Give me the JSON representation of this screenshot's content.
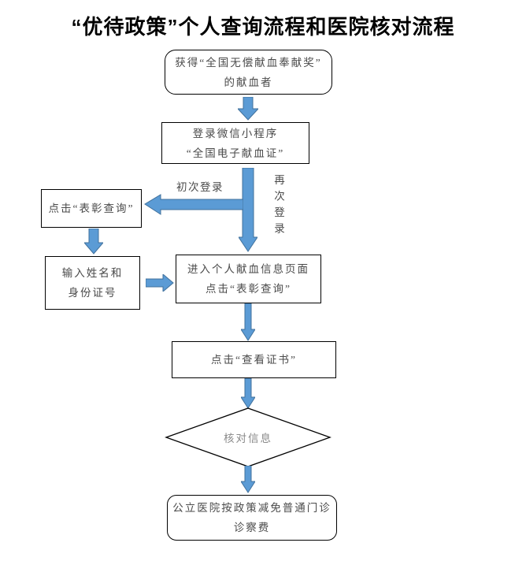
{
  "title": "“优待政策”个人查询流程和医院核对流程",
  "nodes": {
    "donor": {
      "line1": "获得“全国无偿献血奉献奖”",
      "line2": "的献血者"
    },
    "login": {
      "line1": "登录微信小程序",
      "line2": "“全国电子献血证”"
    },
    "recognition_query": {
      "line1": "点击“表彰查询”"
    },
    "name_id": {
      "line1": "输入姓名和",
      "line2": "身份证号"
    },
    "info_page": {
      "line1": "进入个人献血信息页面",
      "line2": "点击“表彰查询”"
    },
    "view_cert": {
      "line1": "点击“查看证书”"
    },
    "verify": {
      "label": "核对信息"
    },
    "hospital": {
      "line1": "公立医院按政策减免普通门诊",
      "line2": "诊察费"
    }
  },
  "edge_labels": {
    "first_login": "初次登录",
    "repeat_login": "再次登录"
  },
  "colors": {
    "arrow_fill": "#5b9bd5",
    "arrow_stroke": "#41719c",
    "box_border": "#000000",
    "box_text": "#4a4a4a",
    "diamond_text": "#8a8a8a",
    "title_text": "#000000"
  }
}
